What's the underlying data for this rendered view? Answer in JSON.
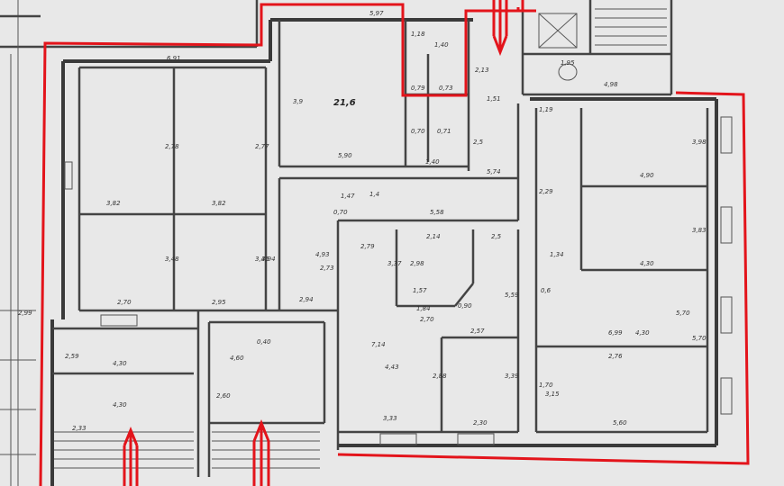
{
  "plan": {
    "labels": {
      "top_5_97": "5,97",
      "corridor_6_91": "6,91",
      "room_21_6": "21,6",
      "r_3_9": "3,9",
      "r_5_90": "5,90",
      "r_1_18": "1,18",
      "r_1_40": "1,40",
      "r_0_79": "0,79",
      "r_0_73": "0,73",
      "r_2_13": "2,13",
      "r_1_51": "1,51",
      "r_0_70": "0,70",
      "r_0_71": "0,71",
      "r_1_40b": "1,40",
      "r_2_5": "2,5",
      "r_5_74": "5,74",
      "r_1_19": "1,19",
      "r_2_29": "2,29",
      "r_4_90": "4,90",
      "r_3_98": "3,98",
      "r_3_83": "3,83",
      "r_3_82": "3,82",
      "r_3_82b": "3,82",
      "r_2_78": "2,78",
      "r_2_77": "2,77",
      "r_3_48": "3,48",
      "r_3_45": "3,45",
      "r_2_70": "2,70",
      "r_2_95": "2,95",
      "r_1_47": "1,47",
      "r_1_4": "1,4",
      "r_0_70b": "0,70",
      "r_5_58": "5,58",
      "r_2_14": "2,14",
      "r_2_79": "2,79",
      "r_2_5b": "2,5",
      "r_4_93": "4,93",
      "r_1_34": "1,34",
      "r_4_30": "4,30",
      "r_3_94": "3,94",
      "r_4_30b": "4,30",
      "r_3_37": "3,37",
      "r_2_98": "2,98",
      "r_1_57": "1,57",
      "r_1_84": "1,84",
      "r_2_70b": "2,70",
      "r_0_90": "0,90",
      "r_5_59": "5,59",
      "r_2_94": "2,94",
      "r_6_99": "6,99",
      "r_2_76": "2,76",
      "r_2_57": "2,57",
      "r_7_14": "7,14",
      "r_4_43": "4,43",
      "r_2_88": "2,88",
      "r_3_39": "3,39",
      "r_2_30": "2,30",
      "r_3_33": "3,33",
      "r_5_60": "5,60",
      "r_1_70": "1,70",
      "r_5_70": "5,70",
      "r_4_30c": "4,30",
      "r_4_30d": "4,30",
      "r_2_59": "2,59",
      "r_2_99": "2,99",
      "r_4_98": "4,98",
      "r_1_95": "1,95",
      "r_4_60": "4,60",
      "r_0_40": "0,40",
      "r_2_60": "2,60",
      "r_2_33": "2,33",
      "r_2_73": "2,73",
      "r_0_6": "0,6",
      "r_5_70b": "5,70",
      "r_3_15": "3,15"
    }
  },
  "colors": {
    "background": "#e9e9e9",
    "walls": "#3a3a3a",
    "highlight": "#e3141b"
  }
}
